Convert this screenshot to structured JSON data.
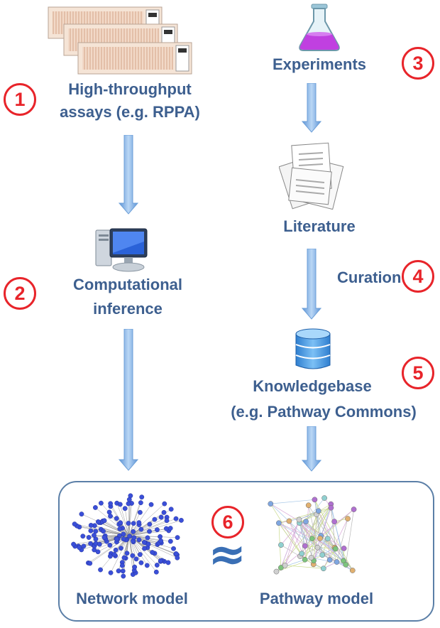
{
  "labels": {
    "assays_line1": "High-throughput",
    "assays_line2": "assays (e.g. RPPA)",
    "experiments": "Experiments",
    "computational_line1": "Computational",
    "computational_line2": "inference",
    "literature": "Literature",
    "curation": "Curation",
    "knowledgebase_line1": "Knowledgebase",
    "knowledgebase_line2": "(e.g. Pathway Commons)",
    "network_model": "Network model",
    "pathway_model": "Pathway model",
    "approx": "≈"
  },
  "step_numbers": {
    "one": "1",
    "two": "2",
    "three": "3",
    "four": "4",
    "five": "5",
    "six": "6"
  },
  "colors": {
    "label_text": "#3d5f8f",
    "step_circle": "#e8242a",
    "arrow": "#7aaee6",
    "box_border": "#5b7fa7",
    "network_node": "#3a4fd8",
    "flask_liquid": "#c040e0"
  },
  "icons": [
    "assay-slides-icon",
    "flask-icon",
    "computer-icon",
    "literature-icon",
    "database-icon",
    "network-graph-icon",
    "pathway-graph-icon"
  ]
}
